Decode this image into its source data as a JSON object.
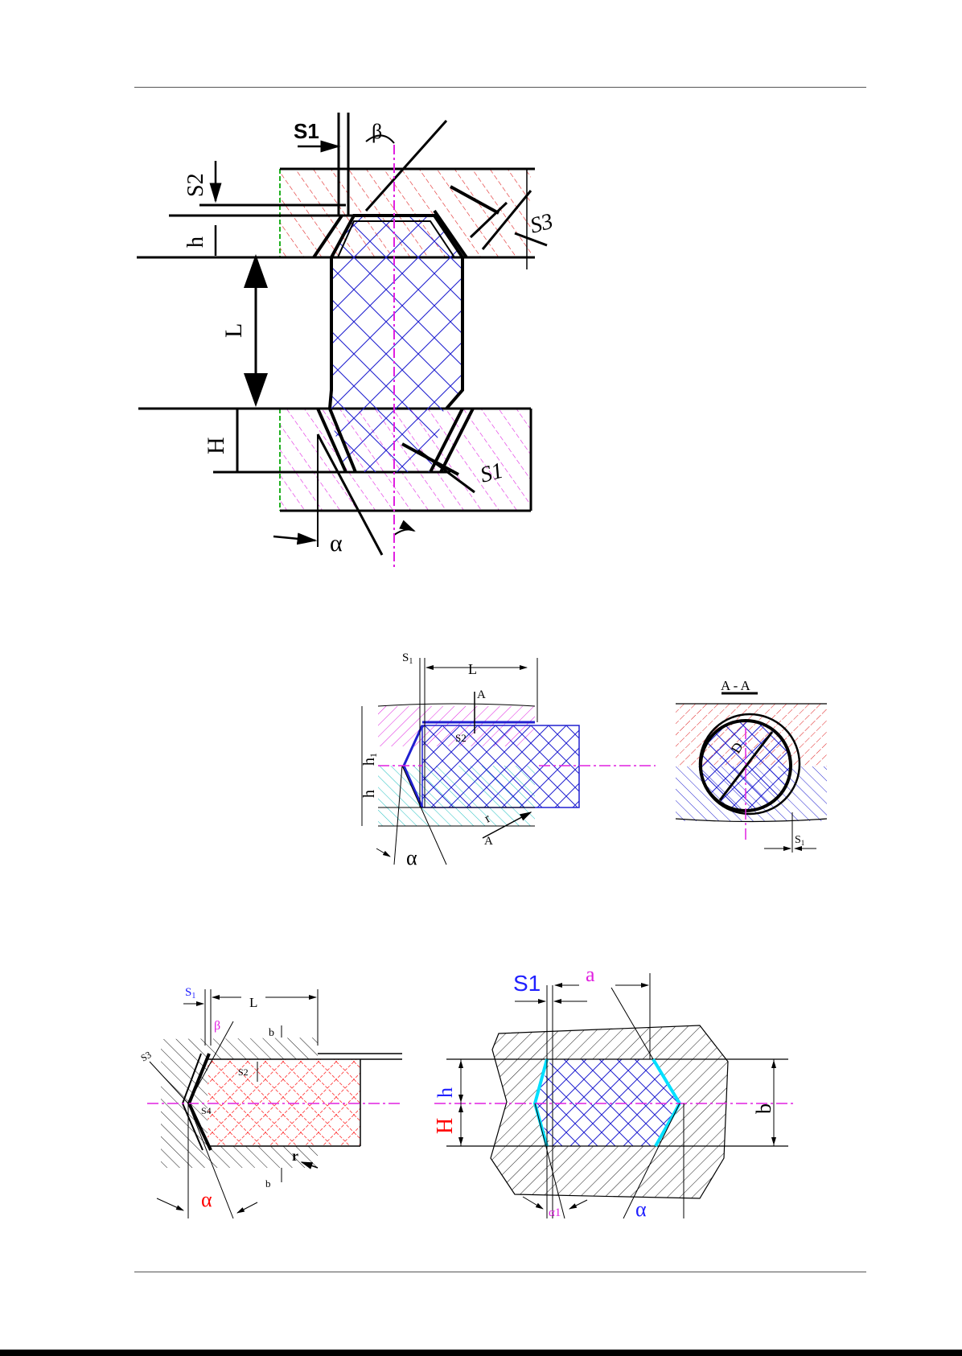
{
  "figure_1": {
    "labels": {
      "S1": "S1",
      "beta": "β",
      "S2": "S2",
      "h": "h",
      "S3": "S3",
      "L": "L",
      "H": "H",
      "S1_bottom": "S1",
      "alpha": "α"
    },
    "colors": {
      "upper_hatch": "#e02020",
      "lower_hatch": "#e020e0",
      "part_hatch": "#2020d0",
      "centerline": "#e020e0",
      "edge": "#20b020"
    }
  },
  "figure_2": {
    "labels": {
      "S1": "S",
      "S1_sub": "1",
      "L": "L",
      "A_top": "A",
      "S2": "S2",
      "h1": "h",
      "h1_sub": "1",
      "h": "h",
      "r": "r",
      "A_bottom": "A",
      "alpha": "α",
      "section_title": "A - A",
      "D": "D",
      "S1_section": "S",
      "S1_section_sub": "1"
    },
    "colors": {
      "upper_hatch": "#e020e0",
      "lower_hatch": "#20c0c0",
      "part_hatch": "#2020d0",
      "section_upper": "#e02020",
      "section_lower": "#2020d0",
      "centerline": "#e020e0"
    }
  },
  "figure_3": {
    "labels": {
      "S1": "S",
      "S1_sub": "1",
      "L": "L",
      "beta": "β",
      "b_top": "b",
      "S3": "S3",
      "S2": "S2",
      "S4": "S4",
      "r": "r",
      "b_bottom": "b",
      "alpha": "α"
    },
    "colors": {
      "body_hatch": "#000000",
      "part_hatch": "#ff4040",
      "alpha_label": "#ff0000",
      "beta_label": "#e020e0",
      "S1_label": "#2020ff",
      "centerline": "#e020e0"
    }
  },
  "figure_4": {
    "labels": {
      "S1": "S1",
      "a": "a",
      "h": "h",
      "H": "H",
      "b": "b",
      "alpha1": "α1",
      "alpha": "α"
    },
    "colors": {
      "body_hatch": "#000000",
      "part_hatch": "#2020d0",
      "chamfer": "#00e0ff",
      "a_label": "#e020e0",
      "S1_label": "#2020ff",
      "h_label": "#2020ff",
      "H_label": "#ff0000",
      "alpha_label": "#2020ff",
      "alpha1_label": "#e020e0",
      "centerline": "#e020e0"
    }
  }
}
